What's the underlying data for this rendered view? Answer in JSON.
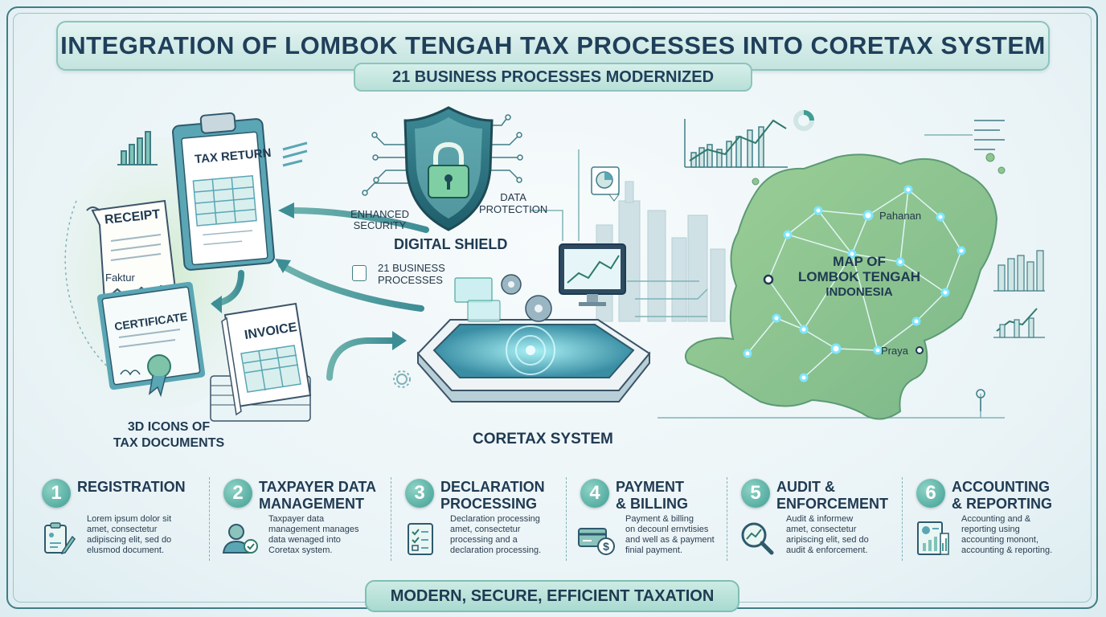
{
  "title": "INTEGRATION OF LOMBOK TENGAH TAX PROCESSES INTO CORETAX SYSTEM",
  "subtitle": "21 BUSINESS PROCESSES MODERNIZED",
  "documents": {
    "receipt": "RECEIPT",
    "faktur": "Faktur",
    "tax_return": "TAX RETURN",
    "certificate": "CERTIFICATE",
    "invoice": "INVOICE",
    "caption": [
      "3D ICONS OF",
      "TAX DOCUMENTS"
    ]
  },
  "shield": {
    "left_label": [
      "ENHANCED",
      "SECURITY"
    ],
    "right_label": [
      "DATA",
      "PROTECTION"
    ],
    "caption": "DIGITAL SHIELD",
    "badge_icon": "document-icon",
    "badge_label": [
      "21 BUSINESS",
      "PROCESSES"
    ]
  },
  "coretax": {
    "caption": "CORETAX SYSTEM"
  },
  "map": {
    "title": [
      "MAP OF",
      "LOMBOK TENGAH",
      "INDONESIA"
    ],
    "places": [
      "Pahanan",
      "Praya"
    ]
  },
  "steps": [
    {
      "num": "1",
      "title": [
        "REGISTRATION"
      ],
      "icon": "clipboard-pen-icon",
      "desc": [
        "Lorem ipsum dolor sit",
        "amet, consectetur",
        "adipiscing elit, sed do",
        "elusmod document."
      ]
    },
    {
      "num": "2",
      "title": [
        "TAXPAYER DATA",
        "MANAGEMENT"
      ],
      "icon": "user-check-icon",
      "desc": [
        "Taxpayer data",
        "management manages",
        "data wenaged into",
        "Coretax system."
      ]
    },
    {
      "num": "3",
      "title": [
        "DECLARATION",
        "PROCESSING"
      ],
      "icon": "checklist-icon",
      "desc": [
        "Declaration processing",
        "amet, consectetur",
        "processing and a",
        "declaration processing."
      ]
    },
    {
      "num": "4",
      "title": [
        "PAYMENT",
        "& BILLING"
      ],
      "icon": "payment-card-icon",
      "desc": [
        "Payment & billing",
        "on decounl ernvtisies",
        "and well as & payment",
        "finial payment."
      ]
    },
    {
      "num": "5",
      "title": [
        "AUDIT &",
        "ENFORCEMENT"
      ],
      "icon": "magnifier-chart-icon",
      "desc": [
        "Audit & informew",
        "amet, consectetur",
        "aripiscing elit, sed do",
        "audit & enforcement."
      ]
    },
    {
      "num": "6",
      "title": [
        "ACCOUNTING",
        "& REPORTING"
      ],
      "icon": "report-chart-icon",
      "desc": [
        "Accounting and &",
        "reporting using",
        "accounting monont,",
        "accounting & reporting."
      ]
    }
  ],
  "footer": "MODERN, SECURE, EFFICIENT TAXATION",
  "colors": {
    "accent": "#3f9e93",
    "ink": "#1f3a52",
    "map_green": "#8fc58e",
    "node_glow": "#7fe6ff"
  }
}
